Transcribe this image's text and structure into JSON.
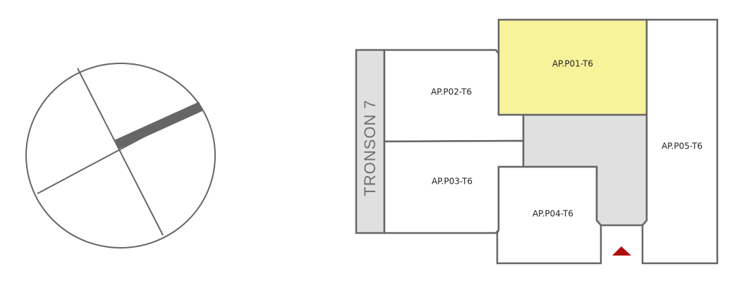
{
  "plan": {
    "wing_label": "TRONSON 7",
    "units": [
      {
        "id": "AP.P01-T6",
        "highlighted": true
      },
      {
        "id": "AP.P02-T6",
        "highlighted": false
      },
      {
        "id": "AP.P03-T6",
        "highlighted": false
      },
      {
        "id": "AP.P04-T6",
        "highlighted": false
      },
      {
        "id": "AP.P05-T6",
        "highlighted": false
      }
    ],
    "colors": {
      "highlight": "#f7f39a",
      "common_area": "#e0e0e0",
      "stroke": "#666666",
      "entrance": "#b00e0e",
      "orientation_bar": "#666666"
    }
  }
}
